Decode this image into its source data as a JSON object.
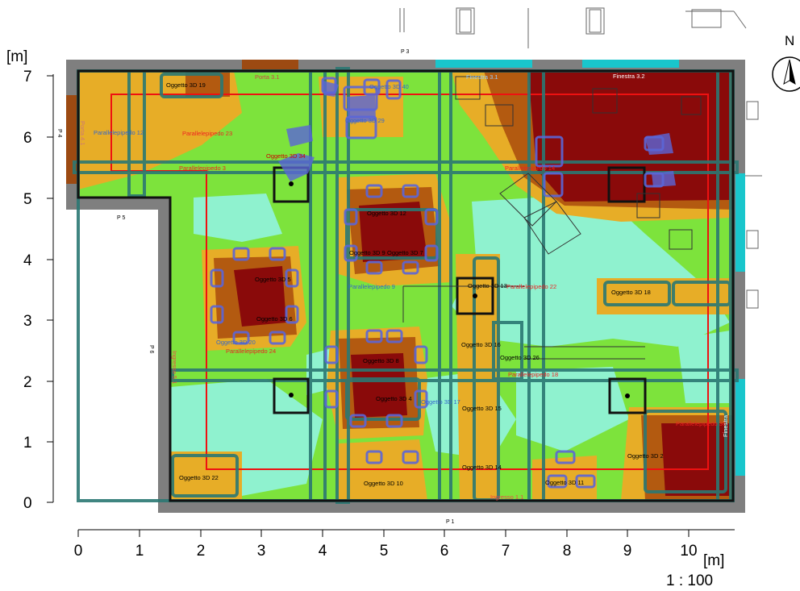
{
  "units": {
    "y": "[m]",
    "x": "[m]"
  },
  "scale": "1 : 100",
  "compass": "N",
  "x_ticks": [
    "0",
    "1",
    "2",
    "3",
    "4",
    "5",
    "6",
    "7",
    "8",
    "9",
    "10"
  ],
  "y_ticks": [
    "7",
    "6",
    "5",
    "4",
    "3",
    "2",
    "1",
    "0"
  ],
  "walls": [
    "P 1",
    "P 3",
    "P 4",
    "P 5",
    "P 6"
  ],
  "openings": [
    "Porta 3.1",
    "Porta 4.1",
    "Finestra 3.1",
    "Finestra 3.2",
    "Finestra",
    "Ingresso 5.1",
    "Ingresso 1.1"
  ],
  "objects": [
    "Oggetto 3D 19",
    "Oggetto 3D 40",
    "Oggetto 3D 29",
    "Oggetto 3D 34",
    "Oggetto 3D 5",
    "Oggetto 3D 12",
    "Oggetto 3D 6",
    "Oggetto 3D 7",
    "Oggetto 3D 9",
    "Oggetto 3D 13",
    "Oggetto 3D 16",
    "Oggetto 3D 18",
    "Oggetto 3D 2",
    "Oggetto 3D 15",
    "Oggetto 3D 14",
    "Oggetto 3D 10",
    "Oggetto 3D 11",
    "Oggetto 3D 22",
    "Oggetto 3D 20",
    "Oggetto 3D 26",
    "Oggetto 3D 8",
    "Oggetto 3D 4",
    "Oggetto 3D 17"
  ],
  "boxes": [
    "Parallelepipedo 12",
    "Parallelepipedo 23",
    "Parallelepipedo 3",
    "Parallelepipedo 24",
    "Parallelepipedo 9",
    "Parallelepipedo 22",
    "Parallelepipedo 14",
    "Parallelepipedo 18",
    "Parallelepipedo 36"
  ],
  "colors": {
    "wall": "#7f7f7f",
    "red_zone": "#b00000",
    "dark_red": "#8a0a0a",
    "brown": "#b35a10",
    "orange": "#e7ad27",
    "green": "#7de33c",
    "light": "#8ff2cf",
    "beam": "#2b7873",
    "furniture": "#5b66d8",
    "window": "#19c6cc",
    "door": "#9c4a12",
    "outline": "#ee1111"
  }
}
